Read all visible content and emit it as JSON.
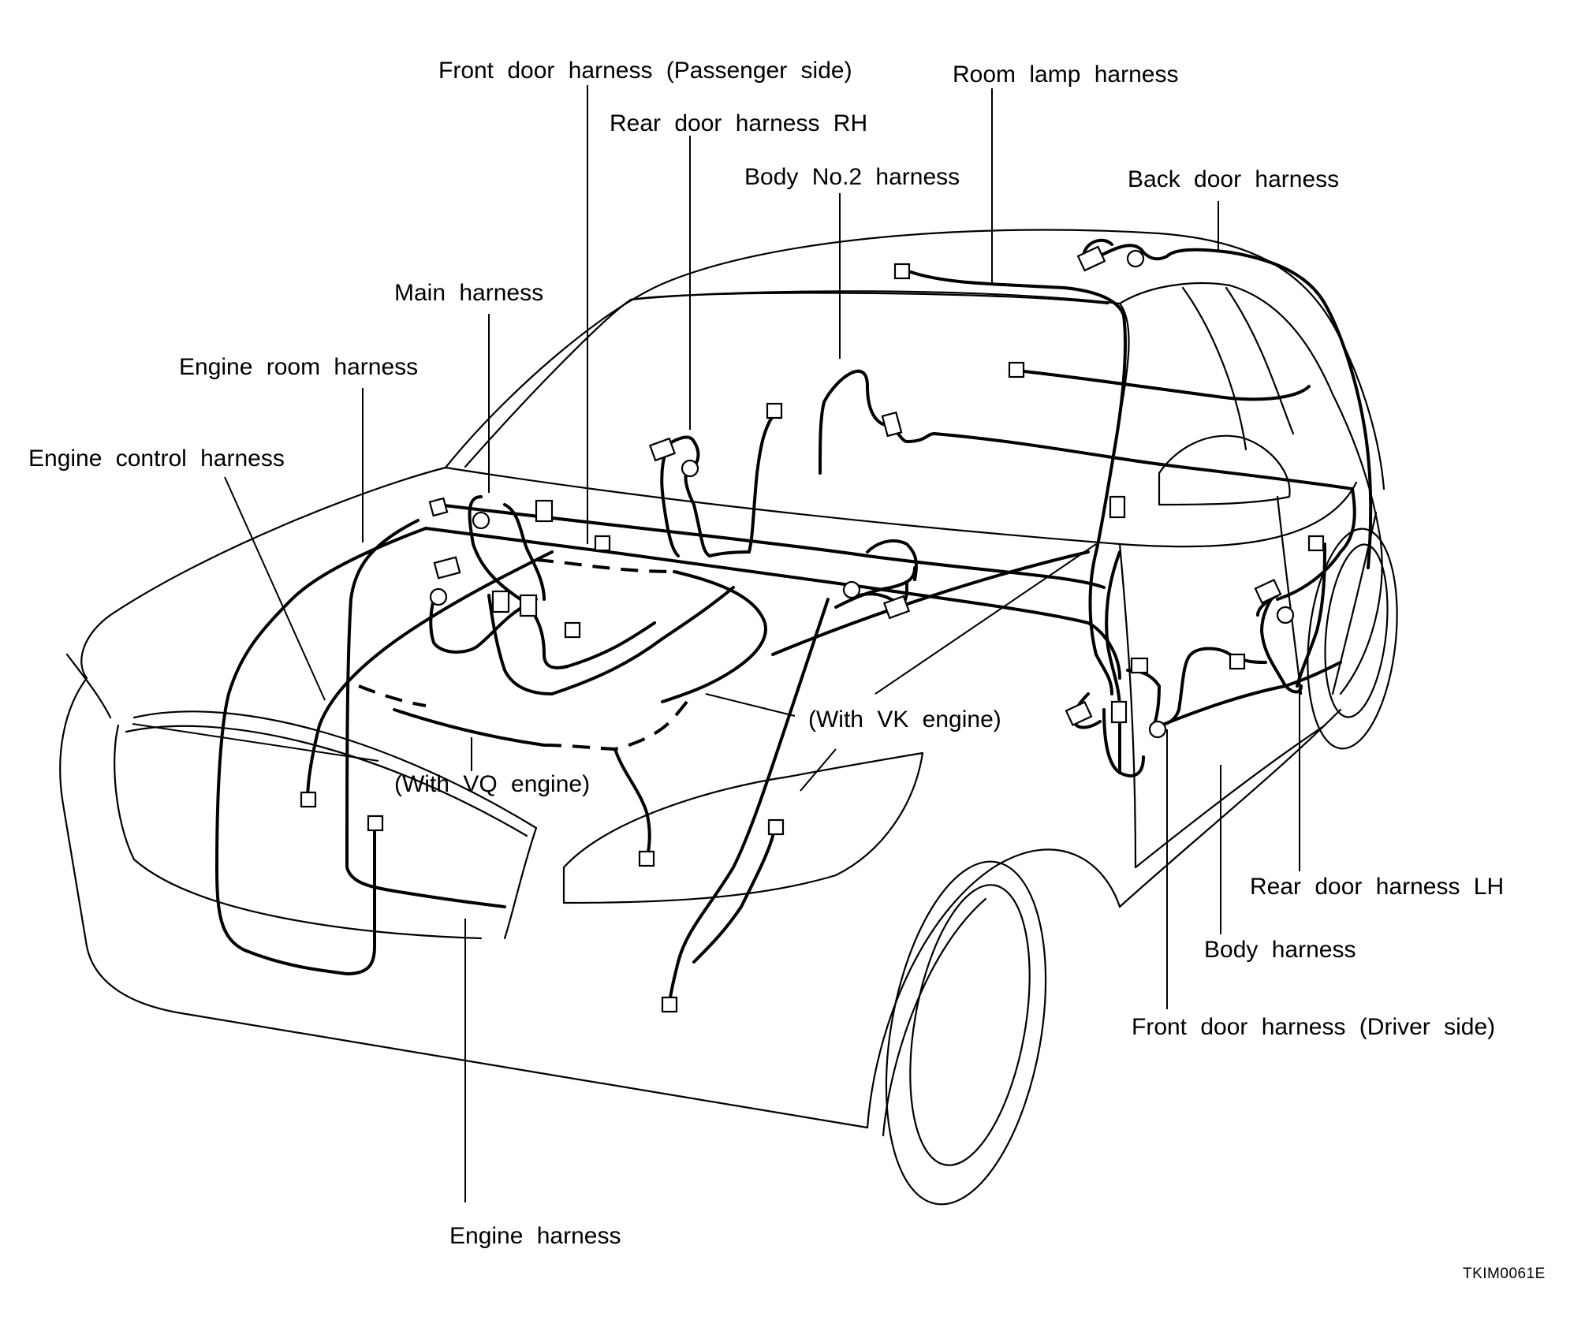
{
  "labels": {
    "front_door_passenger": "Front door harness (Passenger side)",
    "room_lamp": "Room lamp harness",
    "rear_door_rh": "Rear door harness RH",
    "body_no2": "Body No.2 harness",
    "back_door": "Back door harness",
    "main": "Main harness",
    "engine_room": "Engine room harness",
    "engine_control": "Engine control harness",
    "with_vk": "(With VK engine)",
    "with_vq": "(With VQ engine)",
    "rear_door_lh": "Rear door harness LH",
    "body": "Body harness",
    "front_door_driver": "Front door harness (Driver side)",
    "engine": "Engine harness"
  },
  "figure_code": "TKIM0061E"
}
